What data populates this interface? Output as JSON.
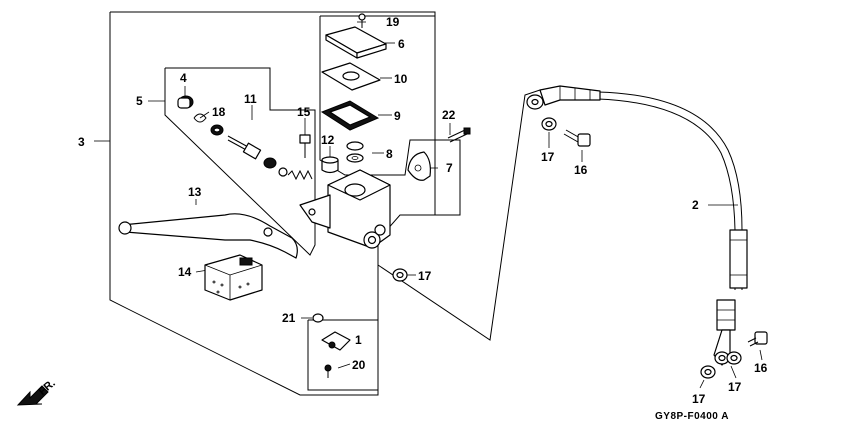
{
  "callouts": {
    "n1": "1",
    "n2": "2",
    "n3": "3",
    "n4": "4",
    "n5": "5",
    "n6": "6",
    "n7": "7",
    "n8": "8",
    "n9": "9",
    "n10": "10",
    "n11": "11",
    "n12": "12",
    "n13": "13",
    "n14": "14",
    "n15": "15",
    "n16a": "16",
    "n16b": "16",
    "n17a": "17",
    "n17b": "17",
    "n17c": "17",
    "n17d": "17",
    "n17e": "17",
    "n18": "18",
    "n19": "19",
    "n20": "20",
    "n21": "21",
    "n22": "22"
  },
  "direction_label": "FR.",
  "figure_code": "GY8P-F0400 A"
}
